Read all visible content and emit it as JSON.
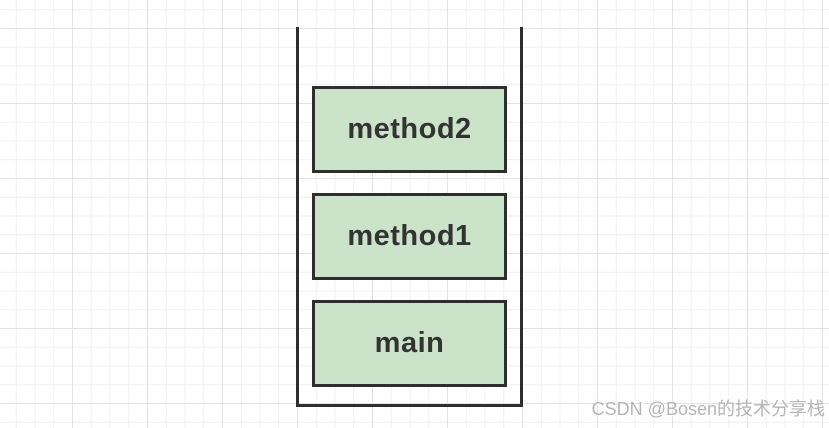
{
  "diagram": {
    "type": "call-stack",
    "stack": {
      "frames": [
        {
          "label": "method2"
        },
        {
          "label": "method1"
        },
        {
          "label": "main"
        }
      ]
    }
  },
  "watermark": {
    "text": "CSDN @Bosen的技术分享栈"
  },
  "colors": {
    "frame_fill": "#cbe4c9",
    "frame_border": "#2e2e2e",
    "frame_text": "#333333",
    "stack_outline": "#2e2e2e",
    "grid_minor": "#f0f0f0",
    "grid_major": "#e3e3e3",
    "watermark": "#b5b5b5",
    "canvas_bg": "#ffffff"
  }
}
